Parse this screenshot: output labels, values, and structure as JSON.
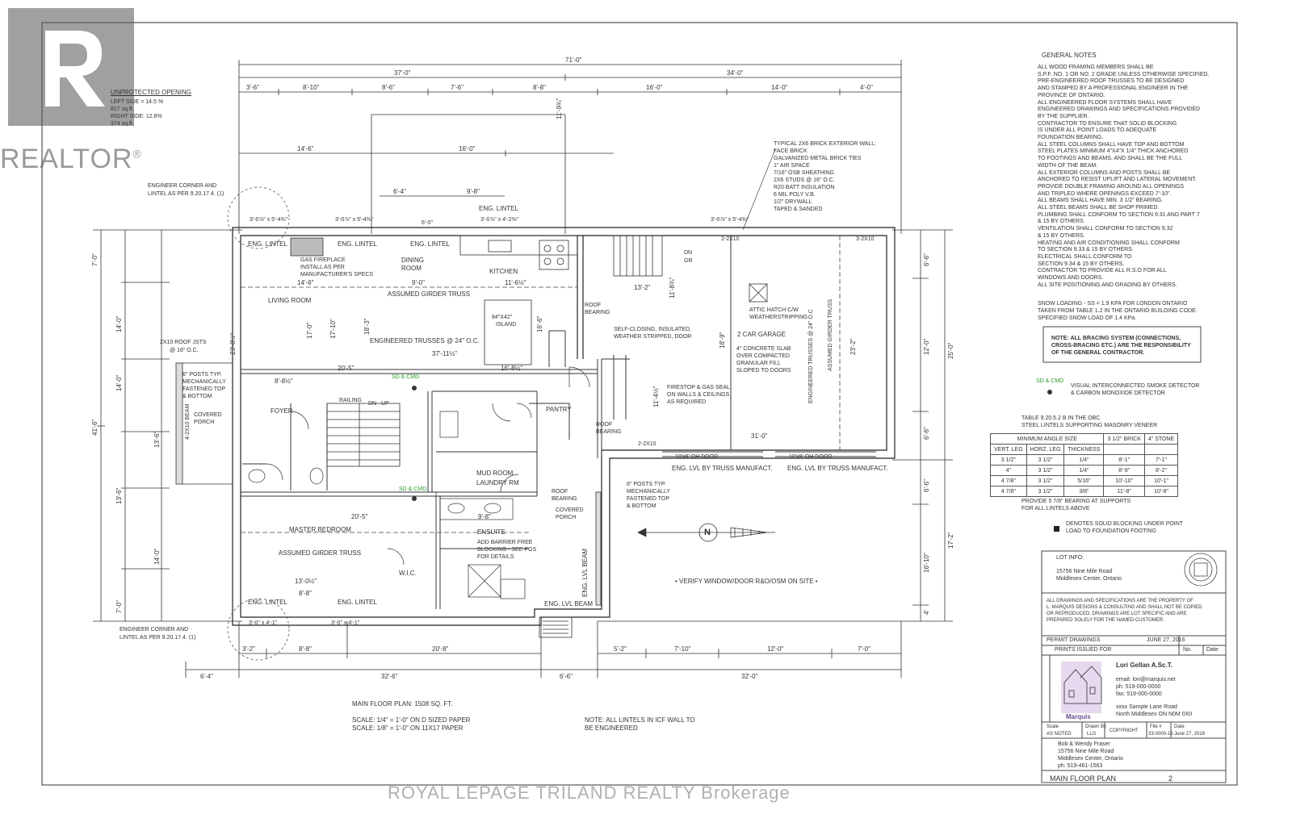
{
  "watermark": {
    "brand": "REALTOR",
    "registered": "®",
    "brokerage": "ROYAL LEPAGE TRILAND REALTY  Brokerage"
  },
  "unprotected": {
    "title": "UNPROTECTED OPENING",
    "left": "LEFT SIDE = 14.5 %",
    "left_area": "817 sq.ft.",
    "right": "RIGHT SIDE: 12.8%",
    "right_area": "374 sq.ft."
  },
  "top_dims": {
    "overall": "71'-0\"",
    "left_half": "37'-0\"",
    "right_half": "34'-0\"",
    "row1": [
      "3'-6\"",
      "8'-10\"",
      "8'-6\"",
      "7'-6\"",
      "8'-8\"",
      "16'-0\"",
      "14'-0\"",
      "4'-0\""
    ],
    "row2": [
      "14'-6\"",
      "16'-0\""
    ],
    "row3": [
      "6'-4\"",
      "9'-8\""
    ],
    "right_vert": "11'-9¾\"",
    "windows": [
      "3'-0⅞\" x 5'-4⅜\"",
      "3'-0⅞\" x 5'-4⅜\"",
      "6'-0\"",
      "3'-0⅞\" x 4'-2⅜\"",
      "3'-0⅞\" x 5'-4⅜\""
    ]
  },
  "wall_note": [
    "TYPICAL 2x6 BRICK EXTERIOR WALL:",
    "FACE BRICK",
    "GALVANIZED METAL BRICK TIES",
    "1\" AIR SPACE",
    "7/16\" OSB SHEATHING",
    "2x6 STUDS @ 16\" o.c.",
    "R20 BATT INSULATION",
    "6 mil POLY V.B.",
    "1/2\" DRYWALL",
    "TAPED & SANDED"
  ],
  "engineer_notes": {
    "top": [
      "ENGINEER CORNER AND",
      "LINTEL AS PER 9.20.17.4. (1)"
    ],
    "bottom": [
      "ENGINEER CORNER AND",
      "LINTEL AS PER 9.20.17.4. (1)"
    ]
  },
  "rooms": {
    "living": "LIVING ROOM",
    "dining": [
      "DINING",
      "ROOM"
    ],
    "kitchen": "KITCHEN",
    "island": [
      "84\"X42\"",
      "ISLAND"
    ],
    "fireplace": [
      "GAS FIREPLACE",
      "INSTALL AS PER",
      "MANUFACTURER'S SPECS"
    ],
    "foyer": "FOYER",
    "mud_room": "MUD ROOM",
    "laundry": "LAUNDRY RM",
    "pantry": "PANTRY",
    "master": "MASTER BEDROOM",
    "ensuite": "ENSUITE",
    "wic": "W.I.C.",
    "garage": "2 CAR GARAGE",
    "covered_porch_left": [
      "COVERED",
      "PORCH"
    ],
    "covered_porch_right": [
      "COVERED",
      "PORCH"
    ],
    "attic": [
      "ATTIC HATCH C/W",
      "WEATHERSTRIPPING"
    ]
  },
  "labels": {
    "eng_lintel": "ENG. LINTEL",
    "assumed_girder": "ASSUMED GIRDER TRUSS",
    "engineered_trusses": "ENGINEERED TRUSSES @ 24\" O.C.",
    "engineered_trusses_garage": "ENGINEERED TRUSSES @ 24\" O.C",
    "assumed_girder_garage": "ASSUMED GIRDER TRUSS",
    "roof_bearing": [
      "ROOF",
      "BEARING"
    ],
    "self_closing": [
      "SELF-CLOSING, INSULATED,",
      "WEATHER STRIPPED, DOOR"
    ],
    "concrete_slab": [
      "4\" CONCRETE SLAB",
      "OVER COMPACTED",
      "GRANULAR FILL",
      "SLOPED TO DOORS"
    ],
    "firestop": [
      "FIRESTOP & GAS SEAL",
      "ON WALLS & CEILINGS",
      "AS REQUIRED"
    ],
    "roof_jsts": [
      "2X10 ROOF JSTS",
      "@ 16\" O.C."
    ],
    "posts_left": [
      "6\" POSTS TYP.",
      "MECHANICALLY",
      "FASTENED TOP",
      "& BOTTOM"
    ],
    "posts_right": [
      "6\" POSTS TYP.",
      "MECHANICALLY",
      "FASTENED TOP",
      "& BOTTOM"
    ],
    "beam_left": "4-2X10 BEAM",
    "eng_lvl_left": "ENG. LVL BY TRUSS MANUFACT.",
    "eng_lvl_right": "ENG. LVL BY TRUSS MANUFACT.",
    "eng_lvl_beam": "ENG. LVL BEAM",
    "oh_door": "10'x8' OH DOOR",
    "barrier_free": [
      "ADD BARRIER FREE",
      "BLOCKING - SEE PGS",
      "FOR DETAILS"
    ],
    "verify": "• VERIFY WINDOW/DOOR R&O/OSM ON SITE •",
    "railing": "RAILING",
    "dn": "DN",
    "up": "UP",
    "sd_cmd": "SD & CMD",
    "dn_gr": [
      "DN",
      "GR"
    ],
    "2_2x10": "2-2X10",
    "3_2x10": "3-2X10"
  },
  "interior_dims": {
    "living_w": "14'-6\"",
    "dining_w": "9'-0\"",
    "kitchen_w": "11'-6½\"",
    "main_w": "37'-11½\"",
    "living_h": "23'-8½\"",
    "inner_17": "17'-0\"",
    "inner_17b": "17'-10\"",
    "inner_18": "18'-3\"",
    "kitchen_h": "16'-6\"",
    "mid_20": "20'-5\"",
    "mid_16": "16'-8½\"",
    "foyer_w": "8'-8½\"",
    "mid_13": "13'-2\"",
    "mid_11": "11'-8¾\"",
    "garage_18": "18'-9\"",
    "garage_11": "11'-4½\"",
    "garage_31": "31'-0\"",
    "garage_23": "23'-2\"",
    "bed_w": "20'-5\"",
    "bed_13": "13'-0½\"",
    "bed_8": "8'-8\"",
    "ens_w": "9'-8\"",
    "left_vert": [
      "7'-0\"",
      "14'-0\"",
      "14'-0\"",
      "13'-6\"",
      "13'-6\"",
      "14'-0\"",
      "7'-0\""
    ],
    "left_total": "41'-6\"",
    "right_vert": [
      "6'-6\"",
      "12'-0\"",
      "6'-6\""
    ],
    "right_total": "25'-0\"",
    "right_total_b": "17'-2\"",
    "right_b": [
      "6'-6\"",
      "16'-10\"",
      "4'"
    ]
  },
  "bottom_dims": {
    "row1": [
      "3'-2\"",
      "8'-8\"",
      "20'-8\""
    ],
    "row1b": [
      "5'-2\"",
      "7'-10\"",
      "12'-0\"",
      "7'-0\""
    ],
    "row2": [
      "6'-4\"",
      "32'-6\"",
      "6'-6\"",
      "32'-0\""
    ],
    "windows": [
      "3'-0\" x 4'-1\"",
      "3'-0\" x 4'-1\""
    ]
  },
  "bottom_notes": {
    "area": "MAIN FLOOR PLAN: 1508 SQ. FT.",
    "scale1": "SCALE: 1/4\" = 1'-0\" ON D SIZED PAPER",
    "scale2": "SCALE: 1/8\" = 1'-0\" ON 11X17 PAPER",
    "lintels": [
      "NOTE: ALL LINTELS IN ICF WALL TO",
      "BE ENGINEERED"
    ]
  },
  "general_notes": {
    "title": "GENERAL NOTES",
    "lines": [
      "ALL WOOD FRAMING MEMBERS SHALL BE",
      "S.P.F. No. 1 OR No. 2 GRADE UNLESS OTHERWISE SPECIFIED.",
      "PRE-ENGINEERED ROOF TRUSSES TO BE DESIGNED",
      "AND STAMPED BY A PROFESSIONAL ENGINEER IN THE",
      "PROVINCE OF ONTARIO.",
      "ALL ENGINEERED FLOOR SYSTEMS SHALL HAVE",
      "ENGINEERED DRAWINGS AND SPECIFICATIONS PROVIDED",
      "BY THE SUPPLIER.",
      "CONTRACTOR TO ENSURE THAT SOLID BLOCKING",
      "IS UNDER ALL POINT LOADS TO ADEQUATE",
      "FOUNDATION BEARING.",
      "ALL STEEL COLUMNS SHALL HAVE TOP AND BOTTOM",
      "STEEL PLATES MINIMUM 4\"X4\"X 1/4\" THICK ANCHORED",
      "TO FOOTINGS AND BEAMS, AND SHALL BE THE FULL",
      "WIDTH OF THE BEAM.",
      "ALL EXTERIOR COLUMNS AND POSTS SHALL BE",
      "ANCHORED TO RESIST UPLIFT AND LATERAL MOVEMENT.",
      "PROVIDE DOUBLE FRAMING AROUND ALL OPENINGS",
      "AND TRIPLED WHERE OPENINGS EXCEED 7'-10\".",
      "ALL BEAMS SHALL HAVE MIN. 3 1/2\" BEARING.",
      "ALL STEEL BEAMS SHALL BE SHOP PRIMED.",
      "PLUMBING SHALL CONFORM TO SECTION 9.31 AND PART 7",
      "& 15 BY OTHERS.",
      "VENTILATION SHALL CONFORM TO SECTION 9.32",
      "& 15 BY OTHERS.",
      "HEATING AND AIR CONDITIONING SHALL CONFORM",
      "TO SECTION 9.33 & 15 BY OTHERS.",
      "ELECTRICAL SHALL CONFORM TO",
      "SECTION 9.34 & 15 BY OTHERS.",
      "CONTRACTOR TO PROVIDE ALL R.S.O FOR ALL",
      "WINDOWS AND DOORS.",
      "ALL SITE POSITIONING AND GRADING BY OTHERS."
    ],
    "snow": [
      "SNOW LOADING - Ss = 1.9 KPa FOR LONDON ONTARIO",
      "TAKEN FROM TABLE 1.2 IN THE ONTARIO BUILDING CODE.",
      "SPECIFIED SNOW LOAD OF 1.4 KPa."
    ],
    "bracing": [
      "NOTE: ALL BRACING SYSTEM (CONNECTIONS,",
      "CROSS-BRACING ETC.) ARE THE RESPONSIBILITY",
      "OF THE GENERAL CONTRACTOR."
    ]
  },
  "legend": {
    "sd_cmd": "SD & CMD",
    "smoke": [
      "VISUAL INTERCONNECTED SMOKE DETECTOR",
      "& CARBON MONOXIDE DETECTOR"
    ],
    "blocking": [
      "DENOTES SOLID BLOCKING UNDER POINT",
      "LOAD TO FOUNDATION FOOTING"
    ]
  },
  "lintel_table": {
    "title1": "TABLE 9.20.5.2 B IN THE OBC",
    "title2": "STEEL LINTELS SUPPORTING MASONRY VENEER",
    "header": [
      "MINIMUM ANGLE SIZE",
      "3 1/2\" BRICK",
      "4\" STONE"
    ],
    "subheader": [
      "VERT. LEG",
      "HORZ. LEG",
      "THICKNESS"
    ],
    "rows": [
      [
        "3 1/2\"",
        "3 1/2\"",
        "1/4\"",
        "8'-1\"",
        "7'-1\""
      ],
      [
        "4\"",
        "3 1/2\"",
        "1/4\"",
        "8'-9\"",
        "8'-2\""
      ],
      [
        "4 7/8\"",
        "3 1/2\"",
        "5/16\"",
        "10'-10\"",
        "10'-1\""
      ],
      [
        "4 7/8\"",
        "3 1/2\"",
        "3/8\"",
        "11'-8\"",
        "10'-8\""
      ]
    ],
    "note": [
      "PROVIDE 5 7/8\" BEARING AT SUPPORTS",
      "FOR ALL LINTELS ABOVE"
    ]
  },
  "title_block": {
    "lot_info": "LOT INFO:",
    "address1": "15756 Nine Mile Road",
    "address2": "Middlesex Center, Ontario",
    "copyright": [
      "ALL DRAWINGS AND SPECIFICATIONS ARE THE PROPERTY OF",
      "L. MARQUIS DESIGNS & CONSULTING AND SHALL NOT BE COPIED",
      "OR REPRODUCED.  DRAWINGS ARE LOT SPECIFIC AND ARE",
      "PREPARED SOLELY FOR THE NAMED CUSTOMER."
    ],
    "permit": "PERMIT DRAWINGS",
    "permit_date": "JUNE 27, 2016",
    "prints": "PRINTS ISSUED FOR",
    "no": "No.",
    "date": "Date",
    "designer": "Lori Gellan A.Sc.T.",
    "contact": [
      "email: lori@marquis.net",
      "ph: 519-000-0000",
      "fax: 519-000-0000"
    ],
    "firm_address": [
      "xxxx Sample Lane Road",
      "North Middlesex ON N0M 0X0"
    ],
    "logo_word": "Marquis",
    "scale_label": "Scale",
    "scale_val": "AS NOTED",
    "drawn_label": "Drawn By",
    "drawn_val": "LLG",
    "copyright_mark": "COPYRIGHT",
    "file_label": "File #",
    "file_val": "33-0000-16",
    "date_label": "Date",
    "date_val": "June 27, 2016",
    "client": [
      "Bob & Wendy Fraser",
      "15756 Nine Mile Road",
      "Middlesex Center, Ontario",
      "ph: 519-461-1563"
    ],
    "sheet_title": "MAIN FLOOR PLAN",
    "sheet_no": "2"
  },
  "north_label": "N"
}
